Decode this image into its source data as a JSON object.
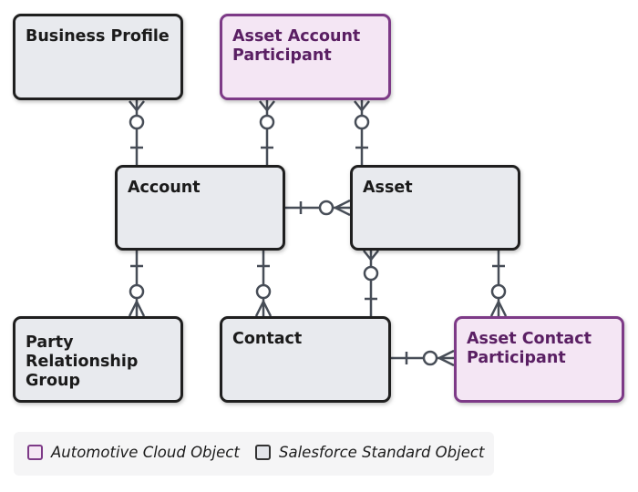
{
  "entities": {
    "business_profile": "Business Profile",
    "asset_account_participant": [
      "Asset Account",
      "Participant"
    ],
    "account": "Account",
    "asset": "Asset",
    "party_relationship_group": [
      "Party",
      "Relationship",
      "Group"
    ],
    "contact": "Contact",
    "asset_contact_participant": [
      "Asset Contact",
      "Participant"
    ]
  },
  "legend": {
    "automotive": "Automotive Cloud Object",
    "standard": "Salesforce Standard Object"
  },
  "colors": {
    "automotive_border": "#7d3a87",
    "automotive_fill": "#f4e6f4",
    "standard_border": "#1f1f1f",
    "standard_fill": "#e8eaee",
    "connector": "#474d57"
  }
}
